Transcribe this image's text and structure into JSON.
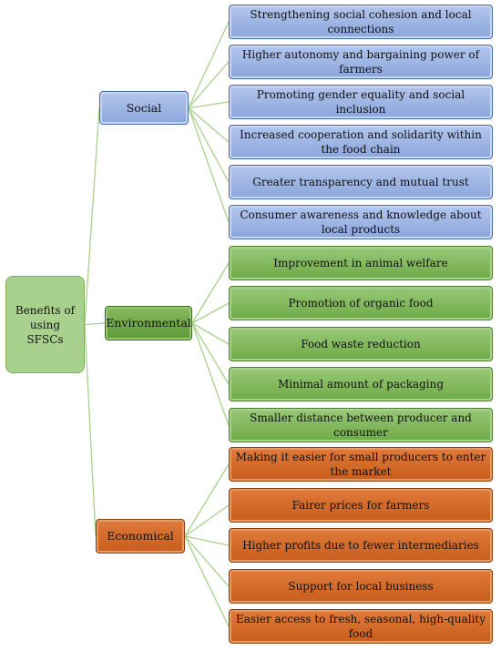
{
  "root": {
    "label": "Benefits of using SFSCs"
  },
  "categories": [
    {
      "label": "Social",
      "items": [
        "Strengthening social cohesion and local connections",
        "Higher autonomy and bargaining power of farmers",
        "Promoting gender equality and social inclusion",
        "Increased cooperation and solidarity within the food chain",
        "Greater transparency and mutual trust",
        "Consumer awareness and knowledge about local products"
      ]
    },
    {
      "label": "Environmental",
      "items": [
        "Improvement in animal welfare",
        "Promotion of organic food",
        "Food waste reduction",
        "Minimal amount of packaging",
        "Smaller distance between producer and consumer"
      ]
    },
    {
      "label": "Economical",
      "items": [
        "Making it easier for small producers to enter the market",
        "Fairer prices for farmers",
        "Higher profits due to fewer intermediaries",
        "Support for local business",
        "Easier access to fresh, seasonal, high-quality food"
      ]
    }
  ],
  "colors": {
    "connector": "#a9d18e",
    "social": "#8eaadb",
    "environmental": "#70ad47",
    "economical": "#c55a11"
  }
}
